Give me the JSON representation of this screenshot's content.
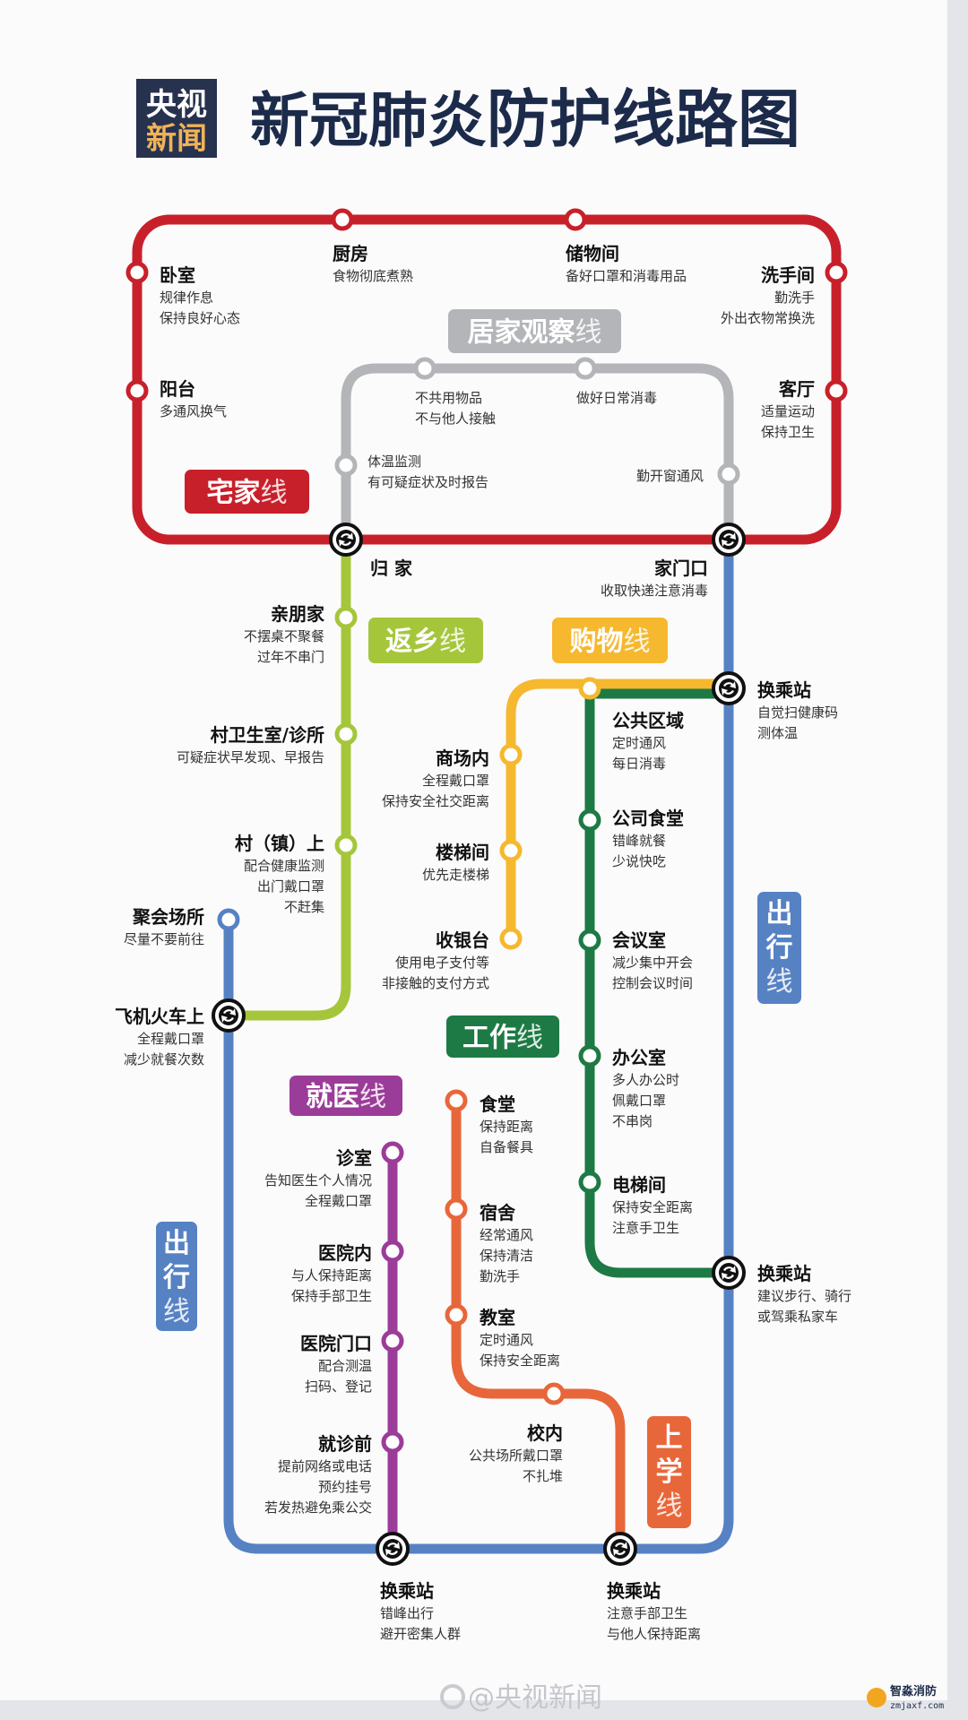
{
  "header": {
    "logo_line1": "央视",
    "logo_line2": "新闻",
    "title_part1": "新冠肺炎",
    "title_part2": "防护线路图"
  },
  "colors": {
    "title": "#1c2b4a",
    "logo_bg": "#27324f",
    "logo_accent": "#f0b35a"
  },
  "lines": {
    "home": {
      "name": "宅家",
      "suffix": "线",
      "color": "#c8202a",
      "stations": [
        {
          "name": "卧室",
          "desc": [
            "规律作息",
            "保持良好心态"
          ]
        },
        {
          "name": "厨房",
          "desc": [
            "食物彻底煮熟"
          ]
        },
        {
          "name": "储物间",
          "desc": [
            "备好口罩和消毒用品"
          ]
        },
        {
          "name": "洗手间",
          "desc": [
            "勤洗手",
            "外出衣物常换洗"
          ]
        },
        {
          "name": "阳台",
          "desc": [
            "多通风换气"
          ]
        },
        {
          "name": "客厅",
          "desc": [
            "适量运动",
            "保持卫生"
          ]
        }
      ]
    },
    "observe": {
      "name": "居家观察",
      "suffix": "线",
      "color": "#b3b5b8",
      "stations": [
        {
          "name": "",
          "desc": [
            "不共用物品",
            "不与他人接触"
          ]
        },
        {
          "name": "",
          "desc": [
            "做好日常消毒"
          ]
        },
        {
          "name": "",
          "desc": [
            "体温监测",
            "有可疑症状及时报告"
          ]
        },
        {
          "name": "",
          "desc": [
            "勤开窗通风"
          ]
        }
      ]
    },
    "return": {
      "name": "返乡",
      "suffix": "线",
      "color": "#a5c63b",
      "stations": [
        {
          "name": "归 家",
          "desc": []
        },
        {
          "name": "亲朋家",
          "desc": [
            "不摆桌不聚餐",
            "过年不串门"
          ]
        },
        {
          "name": "村卫生室/诊所",
          "desc": [
            "可疑症状早发现、早报告"
          ]
        },
        {
          "name": "村（镇）上",
          "desc": [
            "配合健康监测",
            "出门戴口罩",
            "不赶集"
          ]
        }
      ]
    },
    "travel": {
      "name": "出行",
      "suffix": "线",
      "color": "#5682c4",
      "stations": [
        {
          "name": "家门口",
          "desc": [
            "收取快递注意消毒"
          ]
        },
        {
          "name": "换乘站",
          "desc": [
            "自觉扫健康码",
            "测体温"
          ]
        },
        {
          "name": "聚会场所",
          "desc": [
            "尽量不要前往"
          ]
        },
        {
          "name": "飞机火车上",
          "desc": [
            "全程戴口罩",
            "减少就餐次数"
          ]
        },
        {
          "name": "换乘站",
          "desc": [
            "建议步行、骑行",
            "或驾乘私家车"
          ]
        },
        {
          "name": "换乘站",
          "desc": [
            "错峰出行",
            "避开密集人群"
          ]
        },
        {
          "name": "换乘站",
          "desc": [
            "注意手部卫生",
            "与他人保持距离"
          ]
        }
      ]
    },
    "shopping": {
      "name": "购物",
      "suffix": "线",
      "color": "#f5b82e",
      "stations": [
        {
          "name": "商场内",
          "desc": [
            "全程戴口罩",
            "保持安全社交距离"
          ]
        },
        {
          "name": "楼梯间",
          "desc": [
            "优先走楼梯"
          ]
        },
        {
          "name": "收银台",
          "desc": [
            "使用电子支付等",
            "非接触的支付方式"
          ]
        }
      ]
    },
    "work": {
      "name": "工作",
      "suffix": "线",
      "color": "#1d7a44",
      "stations": [
        {
          "name": "公共区域",
          "desc": [
            "定时通风",
            "每日消毒"
          ]
        },
        {
          "name": "公司食堂",
          "desc": [
            "错峰就餐",
            "少说快吃"
          ]
        },
        {
          "name": "会议室",
          "desc": [
            "减少集中开会",
            "控制会议时间"
          ]
        },
        {
          "name": "办公室",
          "desc": [
            "多人办公时",
            "佩戴口罩",
            "不串岗"
          ]
        },
        {
          "name": "电梯间",
          "desc": [
            "保持安全距离",
            "注意手卫生"
          ]
        }
      ]
    },
    "medical": {
      "name": "就医",
      "suffix": "线",
      "color": "#9b3c98",
      "stations": [
        {
          "name": "诊室",
          "desc": [
            "告知医生个人情况",
            "全程戴口罩"
          ]
        },
        {
          "name": "医院内",
          "desc": [
            "与人保持距离",
            "保持手部卫生"
          ]
        },
        {
          "name": "医院门口",
          "desc": [
            "配合测温",
            "扫码、登记"
          ]
        },
        {
          "name": "就诊前",
          "desc": [
            "提前网络或电话",
            "预约挂号",
            "若发热避免乘公交"
          ]
        }
      ]
    },
    "school": {
      "name": "上学",
      "suffix": "线",
      "color": "#e8673a",
      "stations": [
        {
          "name": "食堂",
          "desc": [
            "保持距离",
            "自备餐具"
          ]
        },
        {
          "name": "宿舍",
          "desc": [
            "经常通风",
            "保持清洁",
            "勤洗手"
          ]
        },
        {
          "name": "教室",
          "desc": [
            "定时通风",
            "保持安全距离"
          ]
        },
        {
          "name": "校内",
          "desc": [
            "公共场所戴口罩",
            "不扎堆"
          ]
        }
      ]
    }
  },
  "footer": {
    "weibo": "@央视新闻",
    "watermark_name": "智淼消防",
    "watermark_url": "zmjaxf.com"
  }
}
